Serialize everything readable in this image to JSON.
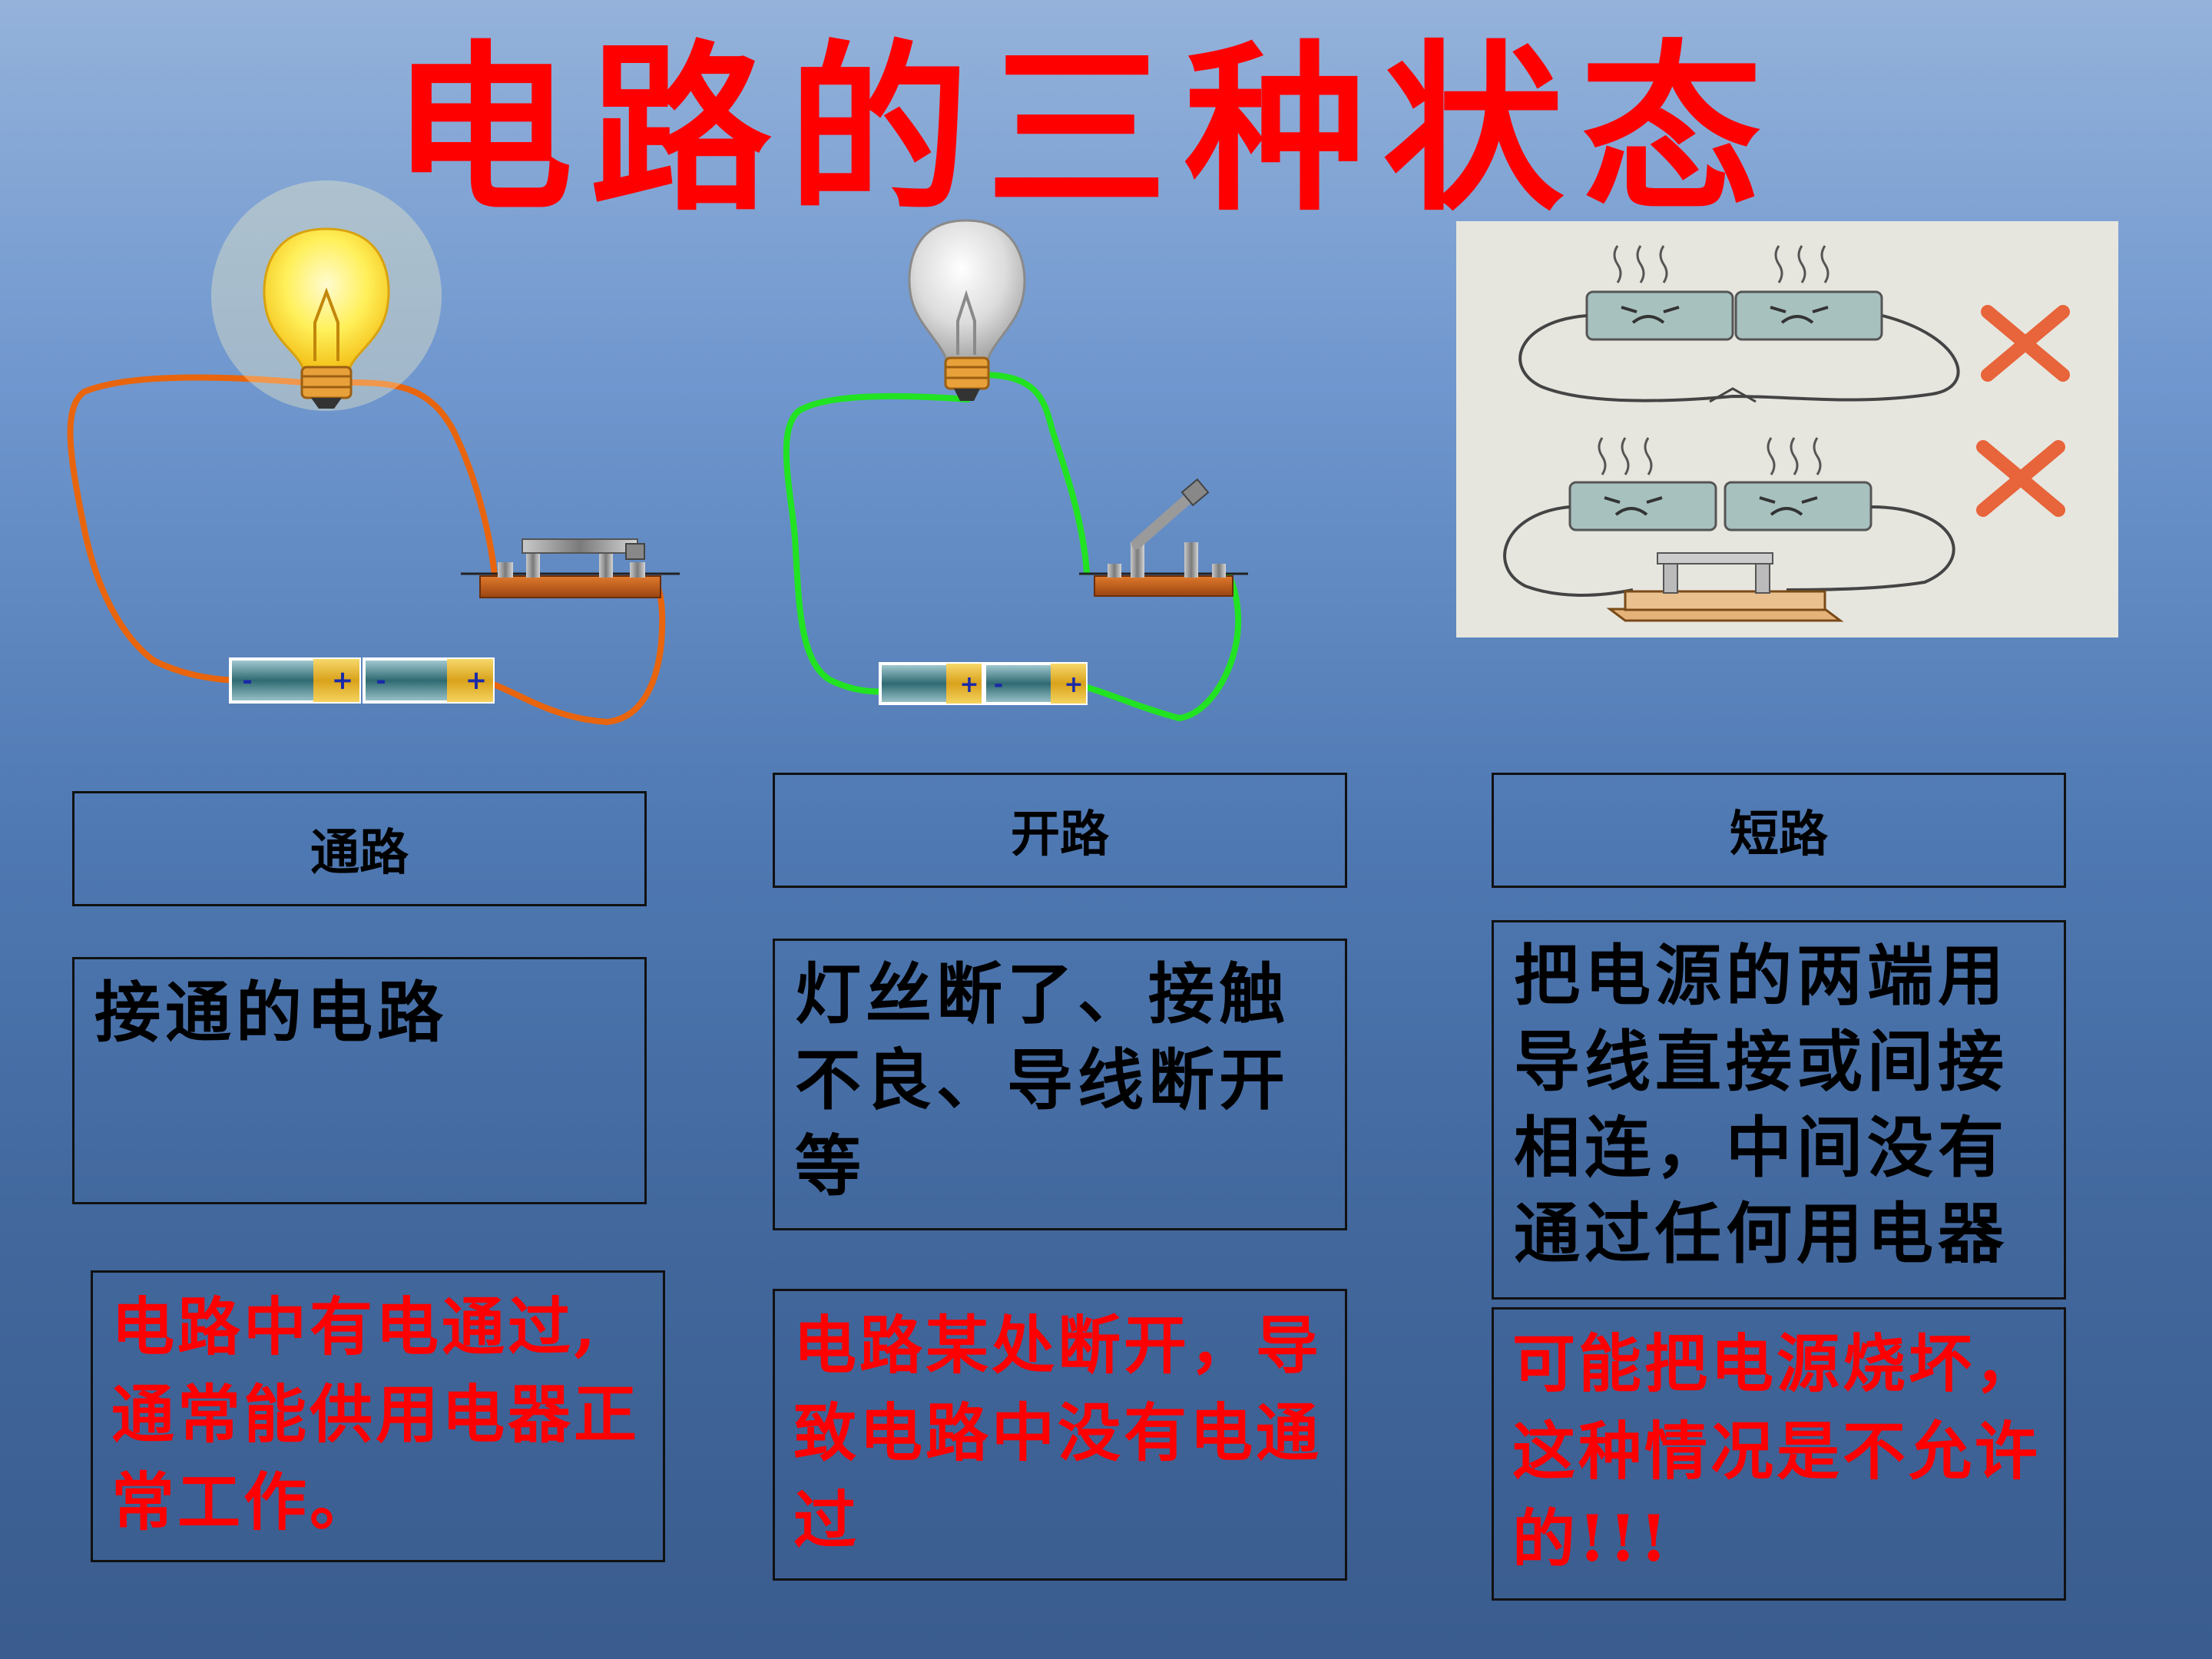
{
  "title": "电路的三种状态",
  "columns": [
    {
      "label": "通路",
      "description": "接通的电路",
      "consequence": "电路中有电通过,通常能供用电器正常工作。"
    },
    {
      "label": "开路",
      "description": "灯丝断了、接触不良、导线断开等",
      "consequence": "电路某处断开，导致电路中没有电通过"
    },
    {
      "label": "短路",
      "description": "把电源的两端用导线直接或间接相连，中间没有通过任何用电器",
      "consequence": "可能把电源烧坏，这种情况是不允许的!!!"
    }
  ],
  "colors": {
    "title": "#ff0000",
    "closed_wire": "#e8650e",
    "open_wire": "#22e322",
    "cross_mark": "#e8643a"
  },
  "icons": [
    "lit-bulb-icon",
    "unlit-bulb-icon",
    "battery-icon",
    "knife-switch-icon",
    "sad-battery-icon",
    "cross-mark-icon",
    "steam-icon"
  ]
}
